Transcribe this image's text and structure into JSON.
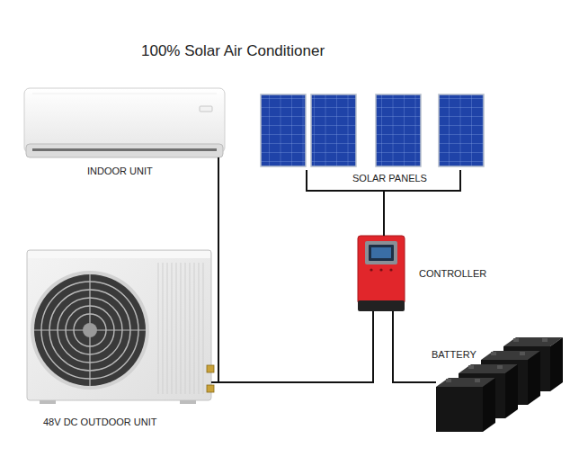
{
  "diagram": {
    "title": "100% Solar Air Conditioner",
    "nodes": [
      {
        "text": [
          "INDOOR UNIT"
        ]
      },
      {
        "text": [
          "SOLAR PANELS"
        ]
      },
      {
        "text": [
          "CONTROLLER"
        ]
      },
      {
        "text": [
          "BATTERY"
        ]
      },
      {
        "text": [
          "48V DC OUTDOOR UNIT"
        ]
      }
    ],
    "edges": [
      {
        "from": 0,
        "to": 4,
        "arrow": "none"
      },
      {
        "from": 1,
        "to": 2,
        "arrow": "none"
      },
      {
        "from": 2,
        "to": 4,
        "arrow": "none"
      },
      {
        "from": 2,
        "to": 3,
        "arrow": "none"
      }
    ]
  }
}
